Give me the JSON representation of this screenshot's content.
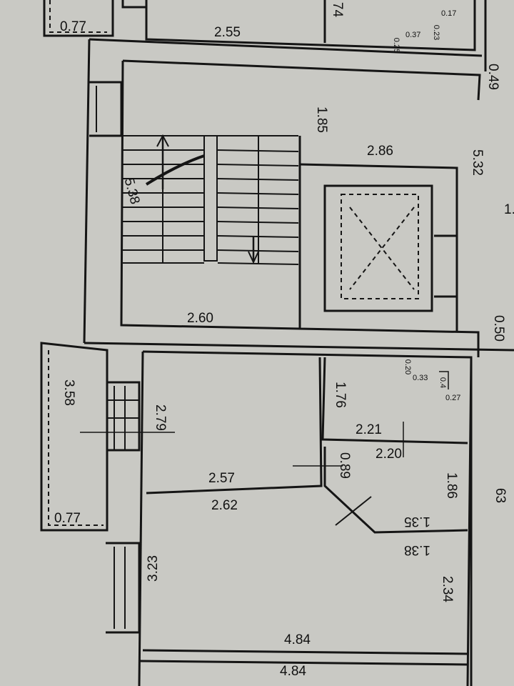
{
  "colors": {
    "paper": "#c9c9c4",
    "ink": "#151515",
    "wall_fill": "#dcdcd6"
  },
  "dimensions": {
    "balcony_top_width": "0.77",
    "corridor_width": "2.55",
    "top_right_a": "74",
    "top_right_b": "0.17",
    "top_right_c": "0.23",
    "top_right_d": "0.37",
    "top_right_e": "0.25",
    "right_wall_top": "0.49",
    "stair_depth": "1.85",
    "lift_hall_width": "2.86",
    "lift_hall_length": "5.32",
    "right_edge": "1.",
    "stair_length": "5.38",
    "landing_width": "2.60",
    "right_wall_mid": "0.50",
    "balcony_length": "3.58",
    "balcony_bottom_width": "0.77",
    "room1_length": "2.79",
    "bath_depth": "1.76",
    "bath_small_a": "0.20",
    "bath_small_b": "0.33",
    "bath_small_c": "0.4",
    "bath_small_d": "0.27",
    "bath_width_top": "2.21",
    "bath_width_bottom": "2.20",
    "hall_cut": "0.89",
    "room1_width": "2.57",
    "room2_width_top": "2.62",
    "hall_right": "1.86",
    "right_edge_b": "63",
    "diag_a": "1.35",
    "diag_b": "1.38",
    "room2_length": "3.23",
    "room2_right": "2.34",
    "room2_width_bottom": "4.84",
    "next_room_width": "4.84"
  }
}
